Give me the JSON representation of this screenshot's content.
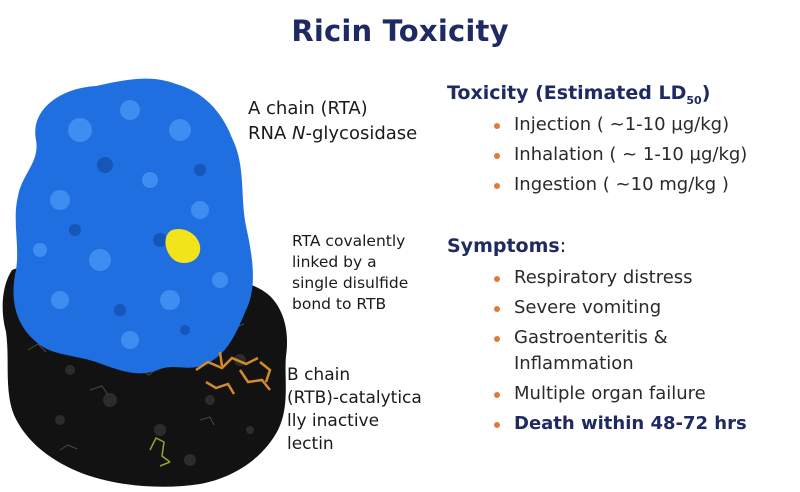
{
  "title": "Ricin Toxicity",
  "figure": {
    "rta_label_line1": "A chain (RTA)",
    "rta_label_line2_pre": "RNA ",
    "rta_label_line2_italic": "N",
    "rta_label_line2_post": "-glycosidase",
    "link_line1": "RTA covalently",
    "link_line2": "linked by a",
    "link_line3": "single disulfide",
    "link_line4": "bond to RTB",
    "rtb_line1": "B chain",
    "rtb_line2": "(RTB)-catalytica",
    "rtb_line3": "lly inactive",
    "rtb_line4": "lectin",
    "colors": {
      "a_chain": "#1f6fe0",
      "b_chain": "#111111",
      "disulfide": "#f2e41a",
      "glycan": "#d48a2a"
    }
  },
  "toxicity": {
    "heading_main": "Toxicity (Estimated LD",
    "heading_sub": "50",
    "heading_close": ")",
    "items": [
      "Injection ( ~1-10 µg/kg)",
      "Inhalation ( ~ 1-10 µg/kg)",
      "Ingestion ( ~10 mg/kg )"
    ]
  },
  "symptoms": {
    "heading": "Symptoms",
    "colon": ":",
    "items": {
      "0": "Respiratory distress",
      "1": "Severe vomiting",
      "2a": "Gastroenteritis &",
      "2b": "Inflammation",
      "3": "Multiple organ failure",
      "4": "Death within 48-72 hrs"
    }
  },
  "accent": "#e07b35",
  "heading_color": "#1f2a63"
}
